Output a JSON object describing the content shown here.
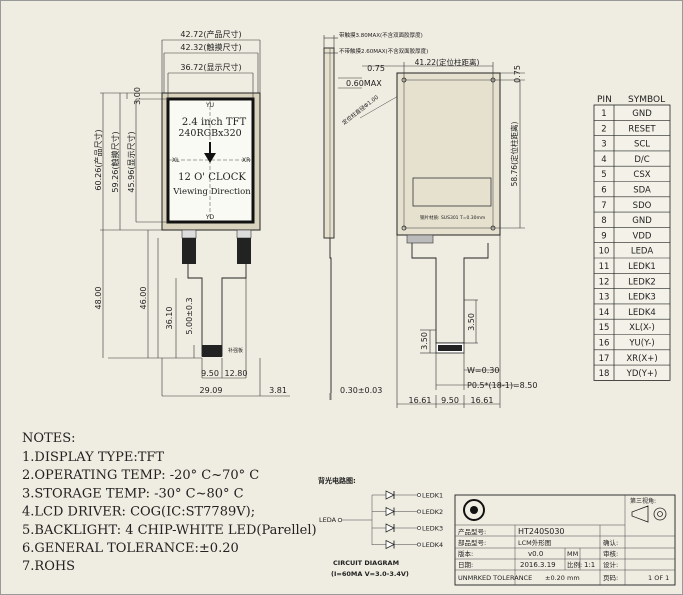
{
  "front_view": {
    "dims_top": [
      "42.72(产品尺寸)",
      "42.32(触摸尺寸)",
      "36.72(显示尺寸)"
    ],
    "dims_left": [
      "60.26(产品尺寸)",
      "59.26(触摸尺寸)",
      "45.96(显示尺寸)"
    ],
    "dim_left_top": "3.00",
    "dims_fpc_vertical": [
      "48.00",
      "46.00",
      "36.10",
      "5.00±0.3"
    ],
    "dims_bottom": [
      "9.50",
      "12.80",
      "29.09",
      "3.81"
    ],
    "touch_marks": [
      "YU",
      "XL",
      "XR",
      "YD"
    ],
    "screen_lines": [
      "2.4 inch TFT",
      "240RGBx320",
      "12 O' CLOCK",
      "Viewing Direction"
    ],
    "stiffener_note": "补强板"
  },
  "side_view": {
    "note1": "带触摸3.80MAX(不含双面胶厚度)",
    "note2": "不带触摸2.60MAX(不含双面胶厚度)",
    "dim_075_left": "0.75",
    "dim_060": "0.60MAX",
    "dim_bottom": "0.30±0.03",
    "dim_hole": "定位柱直径Φ1.00"
  },
  "back_view": {
    "dim_top": "41.22(定位柱距离)",
    "dim_075_right": "0.75",
    "dim_5876": "58.76(定位柱距离)",
    "fpc_note": "钢片材质: SUS301 T=0.30mm",
    "dim_350": "3.50",
    "dim_350b": "3.50",
    "dim_w": "W=0.30",
    "dim_pitch": "P0.5*(18-1)=8.50",
    "dims_bottom": [
      "16.61",
      "9.50",
      "16.61"
    ]
  },
  "pin_table": {
    "headers": [
      "PIN",
      "SYMBOL"
    ],
    "rows": [
      [
        "1",
        "GND"
      ],
      [
        "2",
        "RESET"
      ],
      [
        "3",
        "SCL"
      ],
      [
        "4",
        "D/C"
      ],
      [
        "5",
        "CSX"
      ],
      [
        "6",
        "SDA"
      ],
      [
        "7",
        "SDO"
      ],
      [
        "8",
        "GND"
      ],
      [
        "9",
        "VDD"
      ],
      [
        "10",
        "LEDA"
      ],
      [
        "11",
        "LEDK1"
      ],
      [
        "12",
        "LEDK2"
      ],
      [
        "13",
        "LEDK3"
      ],
      [
        "14",
        "LEDK4"
      ],
      [
        "15",
        "XL(X-)"
      ],
      [
        "16",
        "YU(Y-)"
      ],
      [
        "17",
        "XR(X+)"
      ],
      [
        "18",
        "YD(Y+)"
      ]
    ]
  },
  "notes": {
    "title": "NOTES:",
    "items": [
      "1.DISPLAY TYPE:TFT",
      "2.OPERATING TEMP: -20° C~70° C",
      "3.STORAGE TEMP: -30° C~80° C",
      "4.LCD DRIVER: COG(IC:ST7789V);",
      "5.BACKLIGHT: 4 CHIP-WHITE LED(Parellel)",
      "6.GENERAL TOLERANCE:±0.20",
      "7.ROHS"
    ]
  },
  "circuit": {
    "title": "背光电路图:",
    "input": "LEDA",
    "outputs": [
      "LEDK1",
      "LEDK2",
      "LEDK3",
      "LEDK4"
    ],
    "caption1": "CIRCUIT DIAGRAM",
    "caption2": "(I=60MA V=3.0-3.4V)"
  },
  "title_block": {
    "third_angle": "第三视角:",
    "product_model_label": "产品型号:",
    "product_model": "HT240S030",
    "part_name_label": "部品型号:",
    "part_name": "LCM外形图",
    "confirm_label": "确认:",
    "version_label": "版本:",
    "version": "v0.0",
    "unit": "MM",
    "review_label": "审核:",
    "date_label": "日期:",
    "date": "2016.3.19",
    "scale_label": "比例:",
    "scale": "1:1",
    "design_label": "设计:",
    "tolerance_label": "UNMRKED TOLERANCE",
    "tolerance": "±0.20 mm",
    "page_label": "页码:",
    "page": "1 OF 1"
  }
}
